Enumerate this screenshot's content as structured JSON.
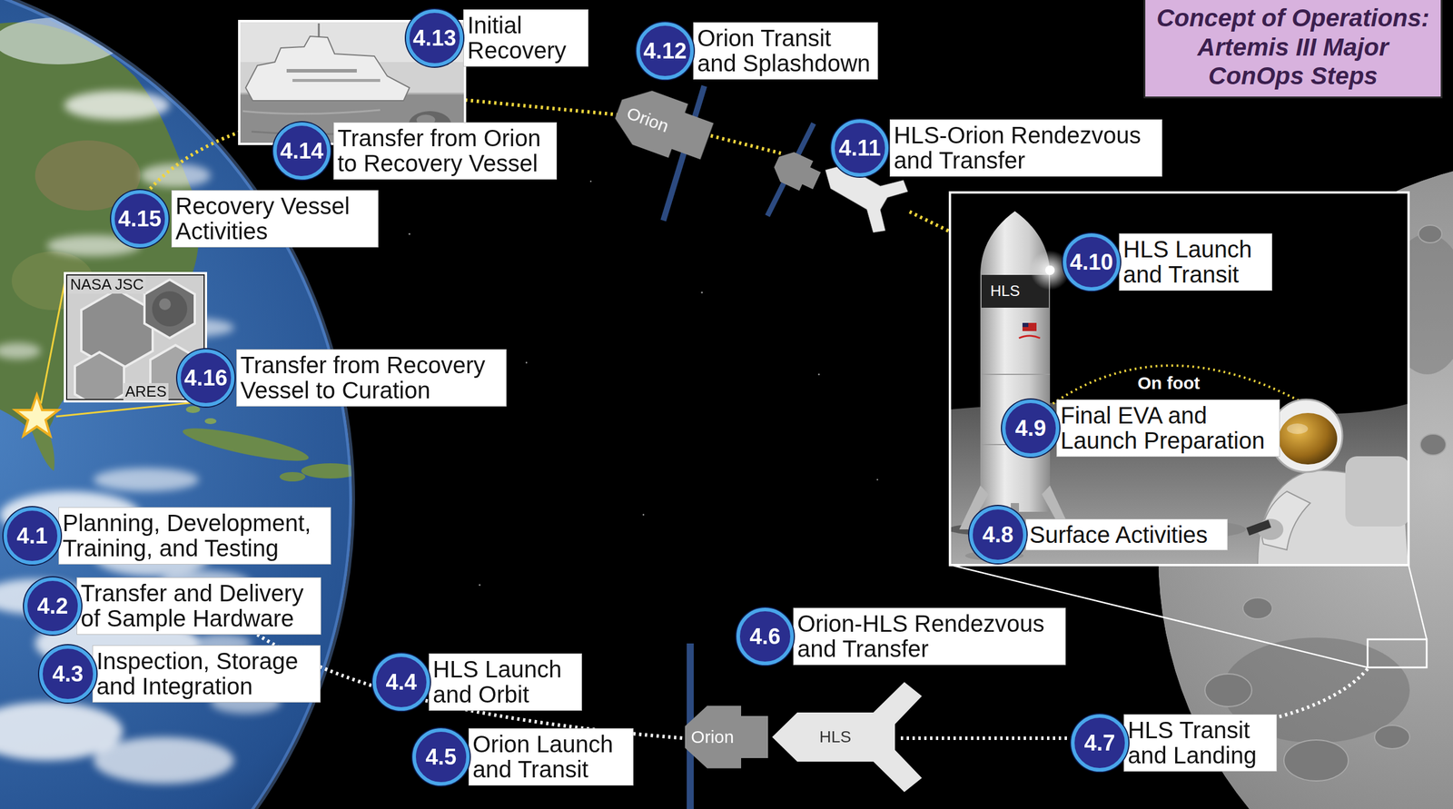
{
  "diagram": {
    "title": "Concept of Operations: Artemis III Major ConOps Steps",
    "nodes": [
      {
        "text": [
          "4.13",
          "Initial Recovery"
        ]
      },
      {
        "text": [
          "4.12",
          "Orion Transit and Splashdown"
        ]
      },
      {
        "text": [
          "Orion"
        ]
      },
      {
        "text": [
          "4.14",
          "Transfer from Orion to Recovery Vessel"
        ]
      },
      {
        "text": [
          "4.11",
          "HLS-Orion Rendezvous and Transfer"
        ]
      },
      {
        "text": [
          "4.15",
          "Recovery Vessel Activities"
        ]
      },
      {
        "text": [
          "4.10",
          "HLS Launch and Transit"
        ]
      },
      {
        "text": [
          "4.16",
          "Transfer from Recovery Vessel to Curation"
        ]
      },
      {
        "text": [
          "4.9",
          "Final EVA and Launch Preparation"
        ]
      },
      {
        "text": [
          "4.1",
          "Planning, Development, Training, and Testing"
        ]
      },
      {
        "text": [
          "4.8",
          "Surface Activities"
        ]
      },
      {
        "text": [
          "4.2",
          "Transfer and Delivery of Sample Hardware"
        ]
      },
      {
        "text": [
          "4.6",
          "Orion-HLS Rendezvous and Transfer"
        ]
      },
      {
        "text": [
          "4.3",
          "Inspection, Storage and Integration"
        ]
      },
      {
        "text": [
          "4.4",
          "HLS Launch and Orbit"
        ]
      },
      {
        "text": [
          "Orion"
        ]
      },
      {
        "text": [
          "HLS"
        ]
      },
      {
        "text": [
          "4.7",
          "HLS Transit and Landing"
        ]
      },
      {
        "text": [
          "4.5",
          "Orion Launch and Transit"
        ]
      },
      {
        "text": [
          "On foot"
        ]
      }
    ],
    "labels": [
      "NASA JSC",
      "ARES",
      "HLS"
    ]
  }
}
